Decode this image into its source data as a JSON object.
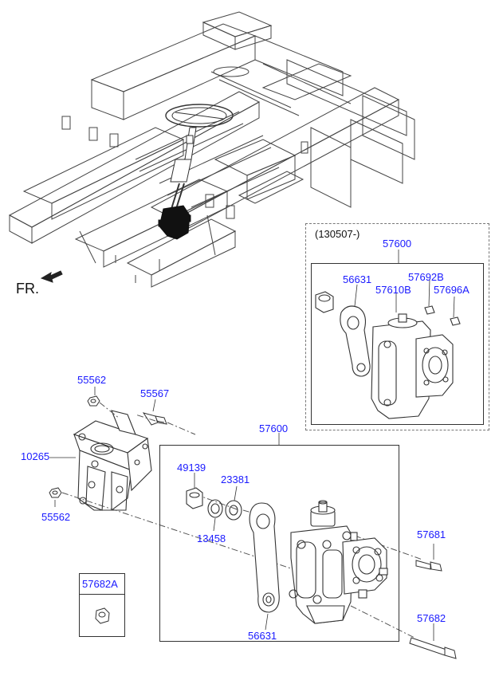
{
  "orientation_label": "FR.",
  "date_note": "(130507-)",
  "parts": {
    "p57600_top": "57600",
    "p56631_top": "56631",
    "p57692B": "57692B",
    "p57610B": "57610B",
    "p57696A": "57696A",
    "p55562_top": "55562",
    "p55567": "55567",
    "p10265": "10265",
    "p55562_bottom": "55562",
    "p57600_main": "57600",
    "p49139": "49139",
    "p23381": "23381",
    "p13458": "13458",
    "p57681": "57681",
    "p57682A": "57682A",
    "p57682": "57682",
    "p56631_bottom": "56631"
  },
  "colors": {
    "label": "#1a1aff",
    "line": "#333333",
    "highlight": "#111111"
  }
}
